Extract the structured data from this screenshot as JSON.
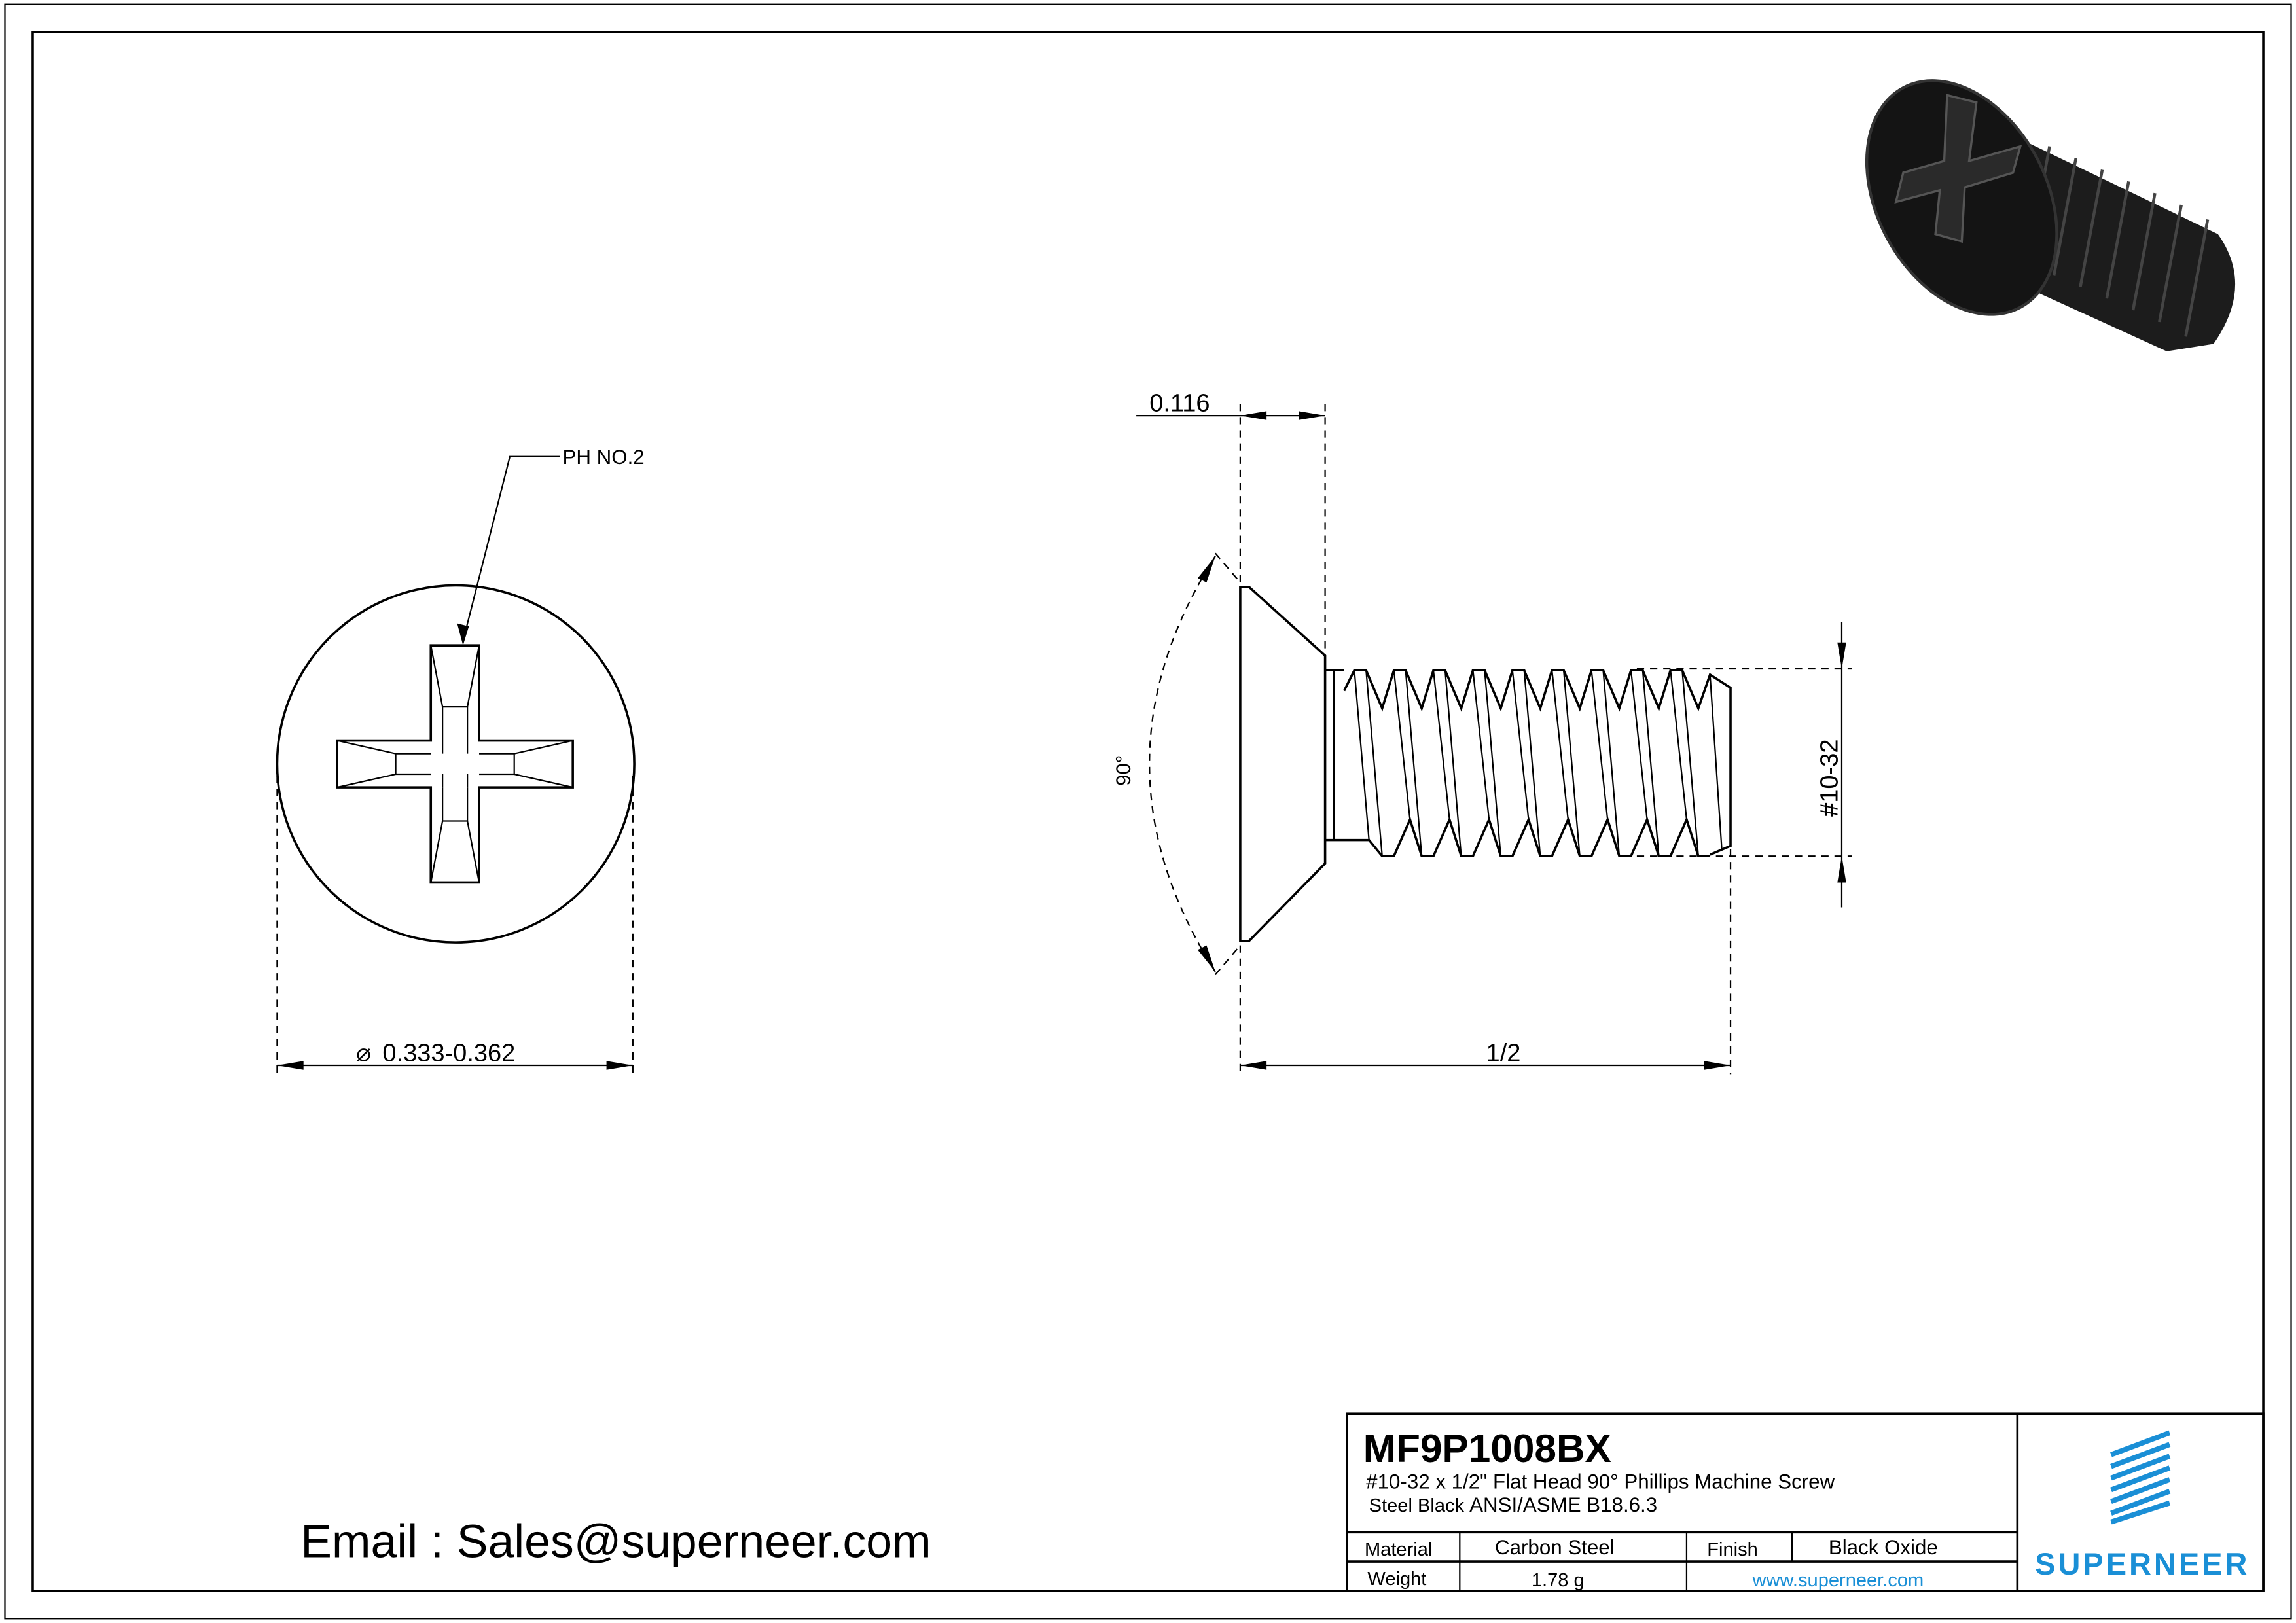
{
  "drawing": {
    "callout_drive": "PH NO.2",
    "dim_head_diameter": "0.333-0.362",
    "dim_diameter_symbol": "⌀",
    "dim_head_height": "0.116",
    "dim_angle": "90°",
    "dim_length": "1/2",
    "dim_thread": "#10-32"
  },
  "contact": {
    "email": "Email : Sales@superneer.com"
  },
  "title_block": {
    "part_number": "MF9P1008BX",
    "description_line1": "#10-32 x 1/2\" Flat Head 90°  Phillips Machine Screw",
    "description_line2_a": "Steel Black ",
    "description_line2_b": "ANSI/ASME B18.6.3",
    "material_label": "Material",
    "material_value": "Carbon Steel",
    "finish_label": "Finish",
    "finish_value": "Black Oxide",
    "weight_label": "Weight",
    "weight_value": "1.78 g",
    "website": "www.superneer.com",
    "logo_text": "SUPERNEER"
  },
  "colors": {
    "brand_blue": "#1a8fd6",
    "line": "#000000"
  }
}
